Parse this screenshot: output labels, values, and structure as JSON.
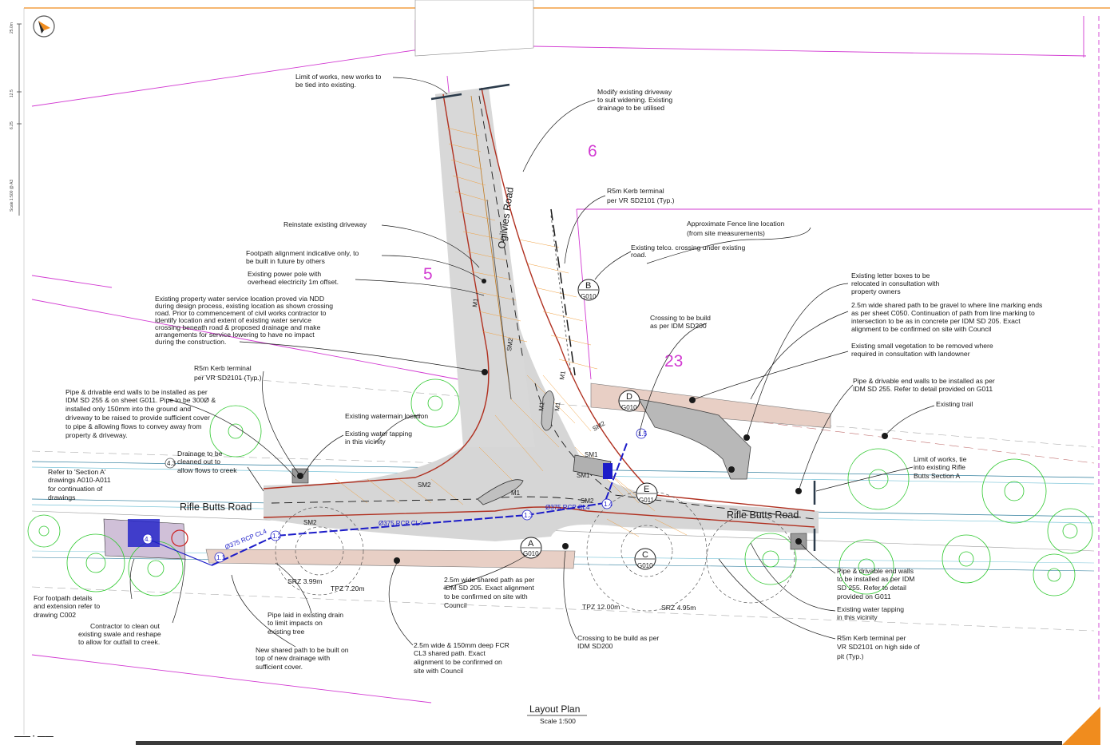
{
  "drawing": {
    "title": "Layout Plan",
    "scale": "Scale 1:500"
  },
  "margin": {
    "scale_bar": [
      "25.0m",
      "12.5",
      "6.25",
      "Scale 1:500 @ A3"
    ]
  },
  "roads": {
    "ogilvies": "Ogilvies Road",
    "rifle_west": "Rifle Butts Road",
    "rifle_east": "Rifle Butts Road"
  },
  "lots": [
    "6",
    "5",
    "23"
  ],
  "callouts": {
    "a": {
      "letter": "A",
      "sheet": "G010"
    },
    "b": {
      "letter": "B",
      "sheet": "G010"
    },
    "c": {
      "letter": "C",
      "sheet": "G010"
    },
    "d": {
      "letter": "D",
      "sheet": "G010"
    },
    "e": {
      "letter": "E",
      "sheet": "G011"
    }
  },
  "pits": [
    "1.1",
    "1.2",
    "1.3",
    "1.4",
    "1.5",
    "4.1",
    "4.3"
  ],
  "pipes": [
    "Ø375 RCP CL4",
    "Ø375 RCP CL4",
    "Ø375 RCP CL4"
  ],
  "markings": [
    "SM2",
    "SM2",
    "SM2",
    "SM2",
    "SM2",
    "SM1",
    "SM1",
    "M1",
    "M1",
    "M1",
    "M1",
    "M1"
  ],
  "notes": {
    "limit_north": [
      "Limit of works, new works to",
      "be tied into existing."
    ],
    "modify_driveway": [
      "Modify existing driveway",
      "to suit widening. Existing",
      "drainage to be utilised"
    ],
    "r5_north": [
      "R5m Kerb terminal",
      "per VR SD2101 (Typ.)"
    ],
    "fence": [
      "Approximate Fence line location",
      "(from site measurements)"
    ],
    "telco": [
      "Existing telco. crossing under existing",
      "road."
    ],
    "reinstate": [
      "Reinstate existing driveway"
    ],
    "footpath_align": [
      "Footpath alignment indicative only, to",
      "be built in future by others"
    ],
    "power_pole": [
      "Existing power pole with",
      "overhead electricity 1m offset."
    ],
    "water_service": [
      "Existing property water service location proved via NDD",
      "during design process, existing location as shown crossing",
      "road. Prior to commencement of civil works contractor to",
      "identify location and extent of existing water service",
      "crossing beneath road & proposed drainage and make",
      "arrangements for service lowering to have no impact",
      "during the construction."
    ],
    "letter_boxes": [
      "Existing letter boxes to be",
      "relocated in consultation with",
      "property owners"
    ],
    "shared_gravel": [
      "2.5m wide shared path to be gravel to where line marking ends",
      "as per sheet C050. Continuation of path from line marking to",
      "intersection to be as in concrete per IDM SD 205. Exact",
      "alignment to be confirmed on site with Council"
    ],
    "small_veg": [
      "Existing small vegetation to be removed where",
      "required in consultation with landowner"
    ],
    "crossing_b": [
      "Crossing to be build",
      "as per IDM SD200"
    ],
    "r5_west": [
      "R5m Kerb terminal",
      "per VR SD2101 (Typ.)"
    ],
    "pipe_endwalls_w": [
      "Pipe & drivable end walls to be installed as per",
      "IDM SD 255 & on sheet G011. Pipe to be 300Ø &",
      "installed only 150mm into the ground and",
      "driveway to be raised to provide sufficient cover",
      "to pipe & allowing flows to convey away from",
      "property & driveway."
    ],
    "pipe_endwalls_ne": [
      "Pipe & drivable end walls to be installed as per",
      "IDM SD 255. Refer to detail provided on G011"
    ],
    "trail": [
      "Existing trail"
    ],
    "watermain": [
      "Existing watermain location"
    ],
    "tapping_w": [
      "Existing water tapping",
      "in this vicinity"
    ],
    "drainage_clean": [
      "Drainage to be",
      "cleaned out to",
      "allow flows to creek"
    ],
    "section_a": [
      "Refer to 'Section A'",
      "drawings A010-A011",
      "for continuation of",
      "drawings"
    ],
    "limit_east": [
      "Limit of works, tie",
      "into existing Rifle",
      "Butts Section A"
    ],
    "footpath_details": [
      "For footpath details",
      "and extension refer to",
      "drawing C002"
    ],
    "contractor_swale": [
      "Contractor to clean out",
      "existing swale and reshape",
      "to allow for outfall to creek."
    ],
    "srz_w": [
      "SRZ 3.99m"
    ],
    "tpz_w": [
      "TPZ 7.20m"
    ],
    "pipe_drain": [
      "Pipe laid in existing drain",
      "to limit impacts on",
      "existing tree"
    ],
    "new_path": [
      "New shared path to be built on",
      "top of new drainage with",
      "sufficient cover."
    ],
    "shared_sd205": [
      "2.5m wide shared path as per",
      "IDM SD 205. Exact alignment",
      "to be confirmed on site with",
      "Council"
    ],
    "fcr": [
      "2.5m wide & 150mm deep FCR",
      "CL3 shared path. Exact",
      "alignment to be confirmed on",
      "site with Council"
    ],
    "tpz_c": [
      "TPZ 12.00m"
    ],
    "srz_c": [
      "SRZ 4.95m"
    ],
    "crossing_c": [
      "Crossing to be build as per",
      "IDM SD200"
    ],
    "pipe_endwalls_se": [
      "Pipe & drivable end walls",
      "to be installed as per IDM",
      "SD 255. Refer to detail",
      "provided on G011"
    ],
    "tapping_e": [
      "Existing water tapping",
      "in this vicinity"
    ],
    "r5_east": [
      "R5m Kerb terminal per",
      "VR SD2101 on high side of",
      "pit (Typ.)"
    ]
  },
  "colors": {
    "property_boundary": "#d23bd2",
    "pavement": "#d6d6d6",
    "pipe": "#1c1cc8",
    "tree": "#2ec82e",
    "kerb": "#b03020",
    "hatch": "#f0a040",
    "driveway": "#e8cfc5",
    "accent": "#f08c1e"
  }
}
